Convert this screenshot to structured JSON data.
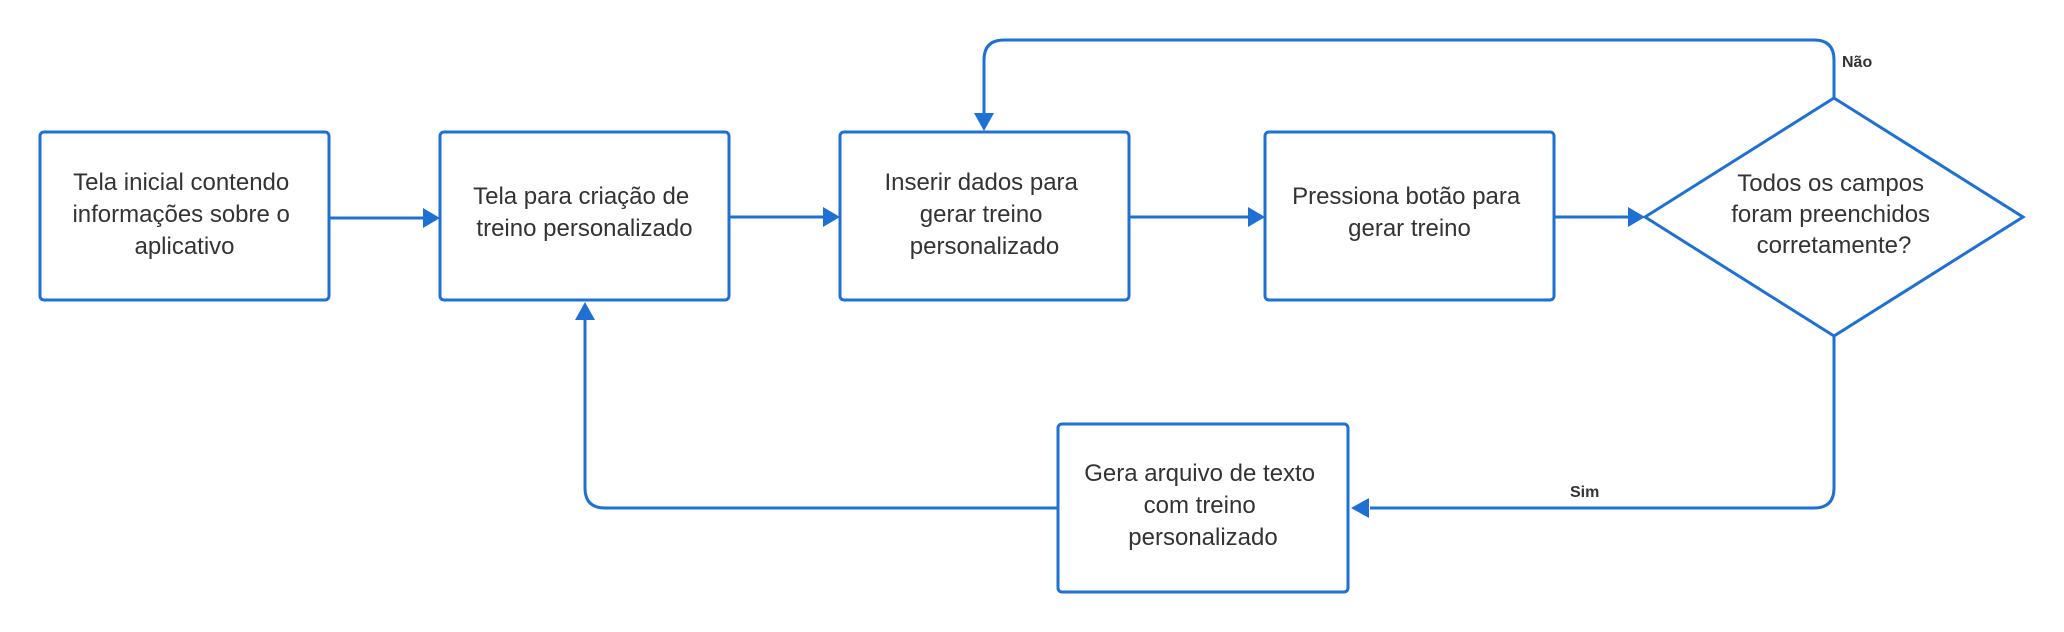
{
  "diagram": {
    "nodes": {
      "tela_inicial": {
        "shape": "rectangle",
        "lines": [
          "Tela inicial contendo",
          "informações sobre o",
          "aplicativo"
        ]
      },
      "tela_criacao": {
        "shape": "rectangle",
        "lines": [
          "Tela para criação de",
          "treino personalizado"
        ]
      },
      "inserir_dados": {
        "shape": "rectangle",
        "lines": [
          "Inserir dados para",
          "gerar treino",
          "personalizado"
        ]
      },
      "pressiona_botao": {
        "shape": "rectangle",
        "lines": [
          "Pressiona botão para",
          "gerar treino"
        ]
      },
      "decisao_campos": {
        "shape": "diamond",
        "lines": [
          "Todos os campos",
          "foram preenchidos",
          "corretamente?"
        ]
      },
      "gera_arquivo": {
        "shape": "rectangle",
        "lines": [
          "Gera arquivo de texto",
          "com treino",
          "personalizado"
        ]
      }
    },
    "edges": [
      {
        "from": "tela_inicial",
        "to": "tela_criacao",
        "label": ""
      },
      {
        "from": "tela_criacao",
        "to": "inserir_dados",
        "label": ""
      },
      {
        "from": "inserir_dados",
        "to": "pressiona_botao",
        "label": ""
      },
      {
        "from": "pressiona_botao",
        "to": "decisao_campos",
        "label": ""
      },
      {
        "from": "decisao_campos",
        "to": "inserir_dados",
        "label": "Não"
      },
      {
        "from": "decisao_campos",
        "to": "gera_arquivo",
        "label": "Sim"
      },
      {
        "from": "gera_arquivo",
        "to": "tela_criacao",
        "label": ""
      }
    ],
    "colors": {
      "stroke": "#1e70d3",
      "text": "#333333",
      "background": "#ffffff"
    }
  }
}
